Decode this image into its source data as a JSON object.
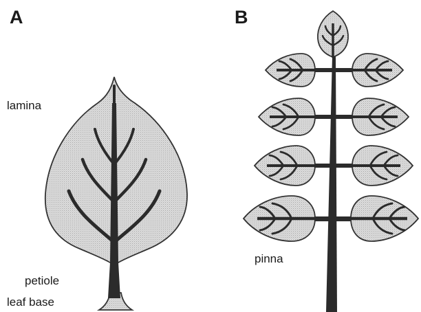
{
  "panels": {
    "a": {
      "letter": "A"
    },
    "b": {
      "letter": "B"
    }
  },
  "labels": {
    "lamina": "lamina",
    "petiole": "petiole",
    "leaf_base": "leaf base",
    "pinna": "pinna"
  },
  "colors": {
    "leaf_fill": "#d9d9d9",
    "outline": "#333333",
    "vein": "#2b2b2b",
    "background": "#ffffff"
  },
  "compound_leaf": {
    "lateral_pinna_pairs": 4,
    "terminal_pinna": 1
  }
}
